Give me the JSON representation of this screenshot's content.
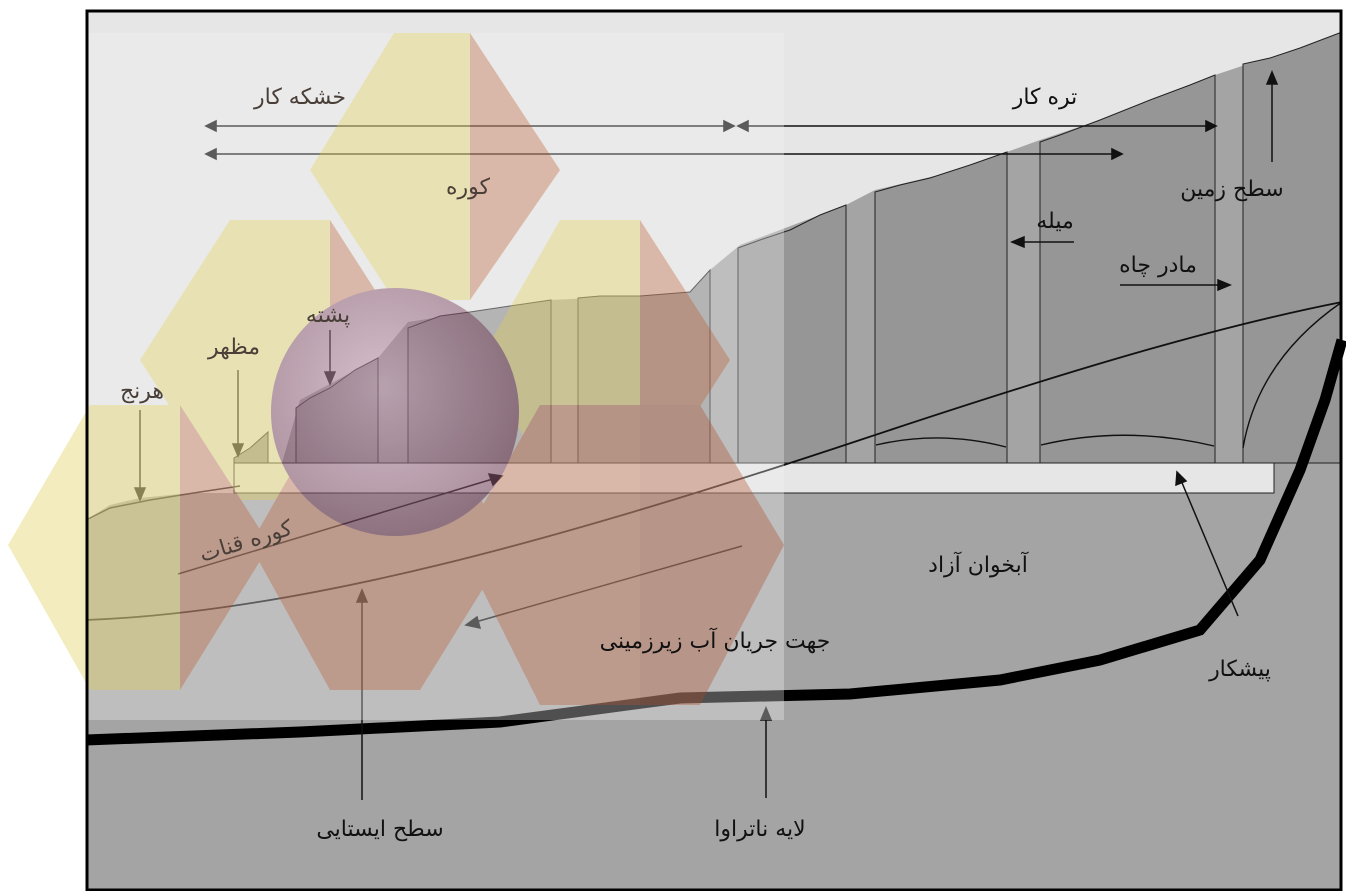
{
  "labels": {
    "dry_section": "خشکه کار",
    "wet_section": "تره کار",
    "kureh": "کوره",
    "ground_surface": "سطح زمین",
    "shaft": "میله",
    "mother_well": "مادر چاه",
    "poshteh": "پشته",
    "outlet": "مظهر",
    "channel": "هرنج",
    "qanat_tunnel": "کوره قنات",
    "free_aquifer": "آبخوان آزاد",
    "flow_direction": "جهت جریان آب زیرزمینی",
    "water_table": "سطح ایستایی",
    "impermeable_layer": "لایه ناتراوا",
    "pishkar": "پیشکار"
  },
  "colors": {
    "ground": "#a4a4a4",
    "sky": "#e6e6e6",
    "shaft_fill": "#969696",
    "border": "#000000",
    "watermark_yellow": "#ece7a0",
    "watermark_brown": "#c99a86",
    "watermark_sphere": "#8e5a72"
  }
}
